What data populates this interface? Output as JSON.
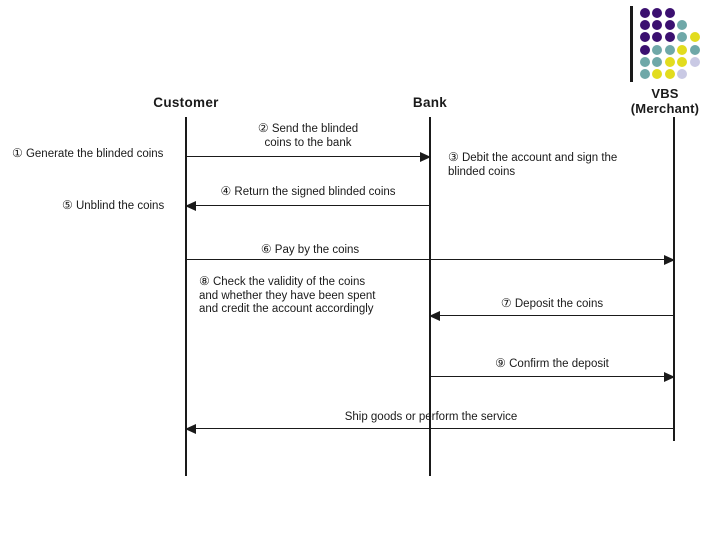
{
  "logo": {
    "name": "vbs-logo",
    "caption_line1": "VBS",
    "caption_line2": "(Merchant)",
    "colors": {
      "purple": "#3B1070",
      "teal": "#6FA8A8",
      "yellow": "#E2DC1E",
      "lavender": "#C9C9E4",
      "bar": "#1a1a1a"
    },
    "grid": [
      [
        "purple",
        "purple",
        "purple"
      ],
      [
        "purple",
        "purple",
        "purple",
        "teal"
      ],
      [
        "purple",
        "purple",
        "purple",
        "teal",
        "yellow"
      ],
      [
        "purple",
        "teal",
        "teal",
        "yellow",
        "teal"
      ],
      [
        "teal",
        "teal",
        "yellow",
        "yellow",
        "lavender"
      ],
      [
        "teal",
        "yellow",
        "yellow",
        "lavender"
      ]
    ]
  },
  "diagram": {
    "type": "sequence-diagram",
    "actors": [
      {
        "id": "customer",
        "label": "Customer"
      },
      {
        "id": "bank",
        "label": "Bank"
      },
      {
        "id": "vbs",
        "label": "VBS\n(Merchant)"
      }
    ],
    "notes": [
      {
        "id": "note-1",
        "number": "①",
        "text": "Generate the blinded coins",
        "actor": "customer",
        "side": "left"
      },
      {
        "id": "note-3",
        "number": "③",
        "text": "Debit  the account and sign the\nblinded coins",
        "actor": "bank",
        "side": "right"
      },
      {
        "id": "note-5",
        "number": "⑤",
        "text": "Unblind the coins",
        "actor": "customer",
        "side": "left"
      },
      {
        "id": "note-8",
        "number": "⑧",
        "text": "Check the validity of the coins\nand whether they have been spent\nand credit the account accordingly",
        "actor": "customer",
        "side": "right"
      }
    ],
    "messages": [
      {
        "id": "msg-2",
        "number": "②",
        "label": "Send the blinded\ncoins to the bank",
        "from": "customer",
        "to": "bank",
        "direction": "right"
      },
      {
        "id": "msg-4",
        "number": "④",
        "label": "Return the signed blinded coins",
        "from": "bank",
        "to": "customer",
        "direction": "left"
      },
      {
        "id": "msg-6",
        "number": "⑥",
        "label": "Pay by the coins",
        "from": "customer",
        "to": "vbs",
        "direction": "right"
      },
      {
        "id": "msg-7",
        "number": "⑦",
        "label": "Deposit the coins",
        "from": "vbs",
        "to": "bank",
        "direction": "left"
      },
      {
        "id": "msg-9",
        "number": "⑨",
        "label": "Confirm the deposit",
        "from": "bank",
        "to": "vbs",
        "direction": "right"
      },
      {
        "id": "msg-10",
        "number": "",
        "label": "Ship goods or perform the service",
        "from": "vbs",
        "to": "customer",
        "direction": "left"
      }
    ]
  }
}
